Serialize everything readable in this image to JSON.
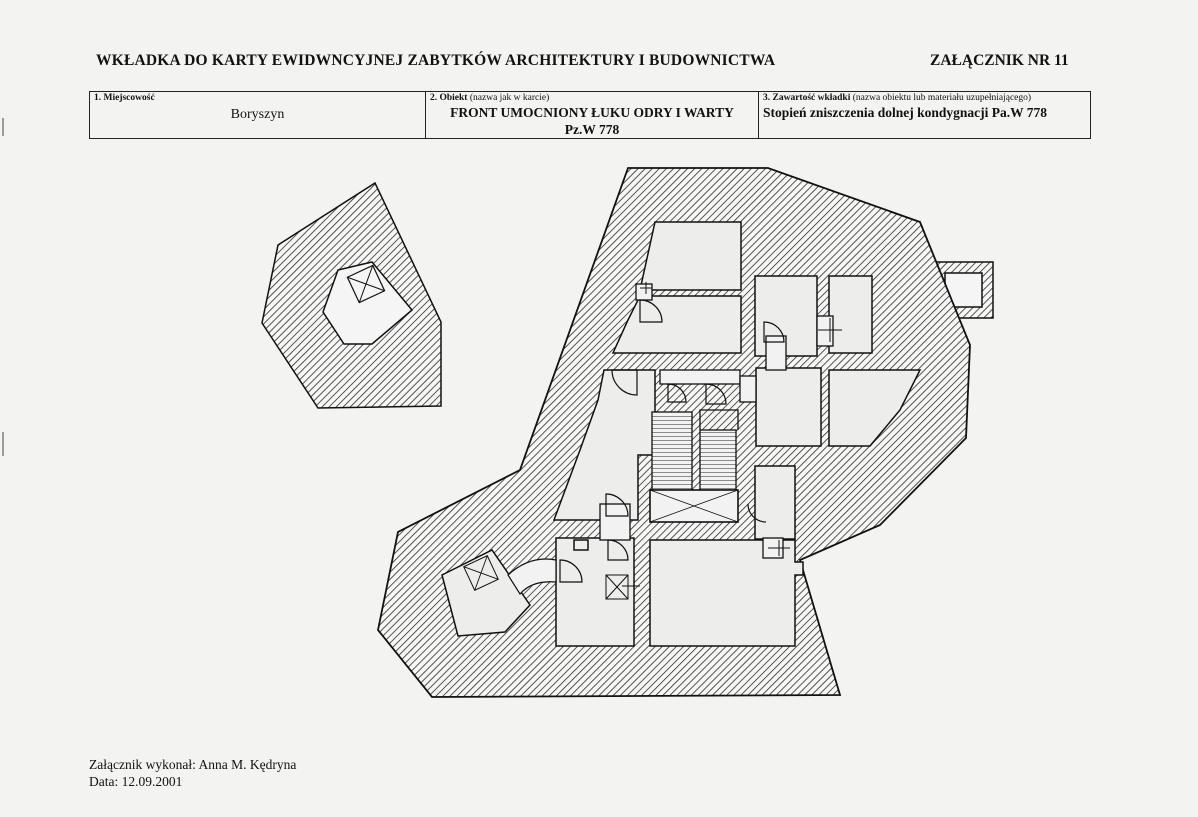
{
  "header": {
    "title": "WKŁADKA DO KARTY EWIDWNCYJNEJ ZABYTKÓW ARCHITEKTURY I BUDOWNICTWA",
    "annex": "ZAŁĄCZNIK NR 11"
  },
  "fields": {
    "locality": {
      "label_bold": "1. Miejscowość",
      "value": "Boryszyn"
    },
    "object": {
      "label_bold": "2. Obiekt",
      "label_note": " (nazwa jak w karcie)",
      "value_line1": "FRONT UMOCNIONY ŁUKU ODRY I WARTY",
      "value_line2": "Pz.W 778"
    },
    "content": {
      "label_bold": "3. Zawartość wkładki",
      "label_note": " (nazwa obiektu lub materiału uzupełniającego)",
      "value": "Stopień zniszczenia dolnej kondygnacji Pa.W 778"
    }
  },
  "footer": {
    "author": "Załącznik wykonał: Anna M. Kędryna",
    "date": "Data: 12.09.2001"
  },
  "colors": {
    "ink": "#111111",
    "paper": "#f3f3f1",
    "hatch": "#2a2a2a",
    "room": "#eeeeee"
  }
}
